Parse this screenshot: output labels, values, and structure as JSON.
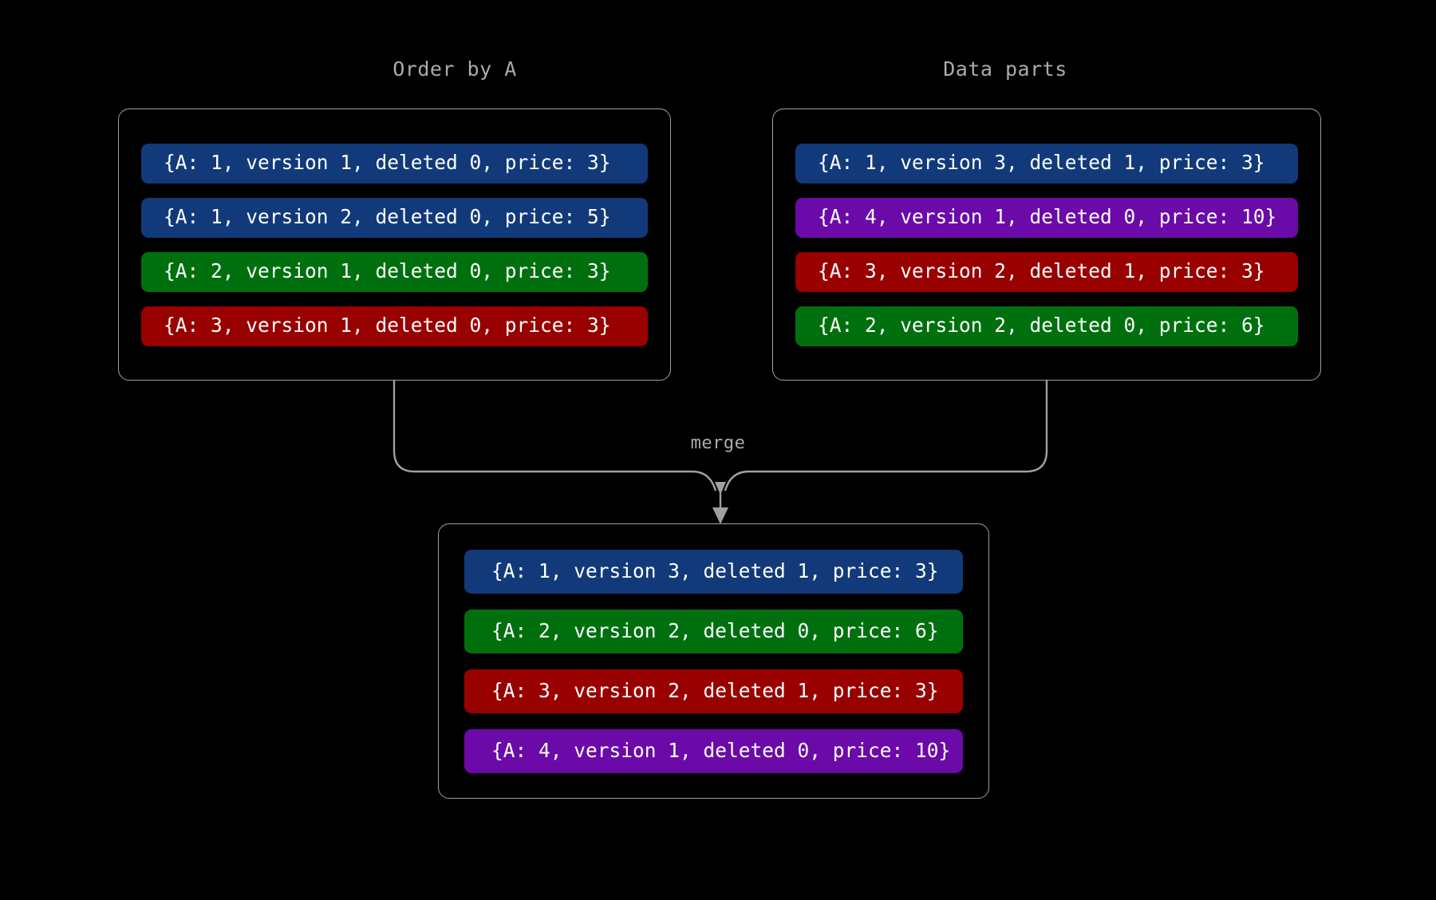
{
  "diagram": {
    "background_color": "#000000",
    "border_color": "#a0a0a0",
    "label_color": "#ababab",
    "connector_label": "merge",
    "palette": {
      "blue": "#123a7a",
      "green": "#00700f",
      "red": "#990000",
      "purple": "#6b0aa8"
    }
  },
  "panels": {
    "left": {
      "title": "Order by A",
      "rows": [
        {
          "text": "{A: 1, version 1, deleted 0, price: 3}",
          "color": "#123a7a",
          "color_name": "blue"
        },
        {
          "text": "{A: 1, version 2, deleted 0, price: 5}",
          "color": "#123a7a",
          "color_name": "blue"
        },
        {
          "text": "{A: 2, version 1, deleted 0, price: 3}",
          "color": "#00700f",
          "color_name": "green"
        },
        {
          "text": "{A: 3, version 1, deleted 0, price: 3}",
          "color": "#990000",
          "color_name": "red"
        }
      ]
    },
    "right": {
      "title": "Data parts",
      "rows": [
        {
          "text": "{A: 1, version 3, deleted 1, price: 3}",
          "color": "#123a7a",
          "color_name": "blue"
        },
        {
          "text": "{A: 4, version 1, deleted 0, price: 10}",
          "color": "#6b0aa8",
          "color_name": "purple"
        },
        {
          "text": "{A: 3, version 2, deleted 1, price: 3}",
          "color": "#990000",
          "color_name": "red"
        },
        {
          "text": "{A: 2, version 2, deleted 0, price: 6}",
          "color": "#00700f",
          "color_name": "green"
        }
      ]
    },
    "merged": {
      "title": "",
      "rows": [
        {
          "text": "{A: 1, version 3, deleted 1, price: 3}",
          "color": "#123a7a",
          "color_name": "blue"
        },
        {
          "text": "{A: 2, version 2, deleted 0, price: 6}",
          "color": "#00700f",
          "color_name": "green"
        },
        {
          "text": "{A: 3, version 2, deleted 1, price: 3}",
          "color": "#990000",
          "color_name": "red"
        },
        {
          "text": "{A: 4, version 1, deleted 0, price: 10}",
          "color": "#6b0aa8",
          "color_name": "purple"
        }
      ]
    }
  }
}
